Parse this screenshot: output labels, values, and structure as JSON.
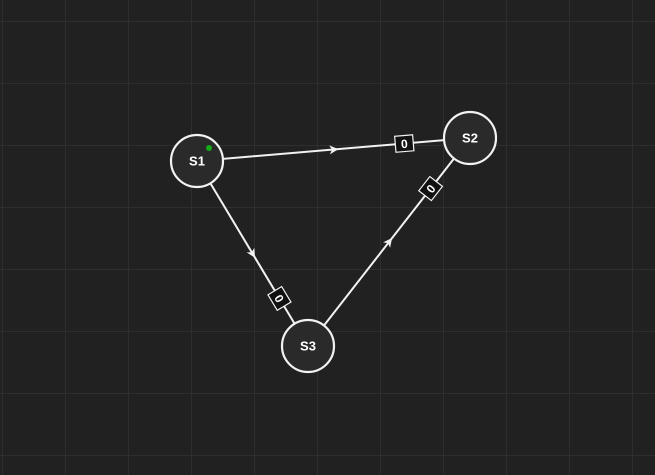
{
  "graph": {
    "nodes": [
      {
        "id": "S1",
        "label": "S1",
        "start": true
      },
      {
        "id": "S2",
        "label": "S2",
        "start": false
      },
      {
        "id": "S3",
        "label": "S3",
        "start": false
      }
    ],
    "edges": [
      {
        "from": "S1",
        "to": "S2",
        "weight": "0"
      },
      {
        "from": "S3",
        "to": "S2",
        "weight": "0"
      },
      {
        "from": "S1",
        "to": "S3",
        "weight": "0"
      }
    ]
  },
  "colors": {
    "background": "#212121",
    "grid": "#2e2e2e",
    "node_stroke": "#f2f2f2",
    "node_fill": "#2a2a2a",
    "start_marker": "#17a81b"
  }
}
